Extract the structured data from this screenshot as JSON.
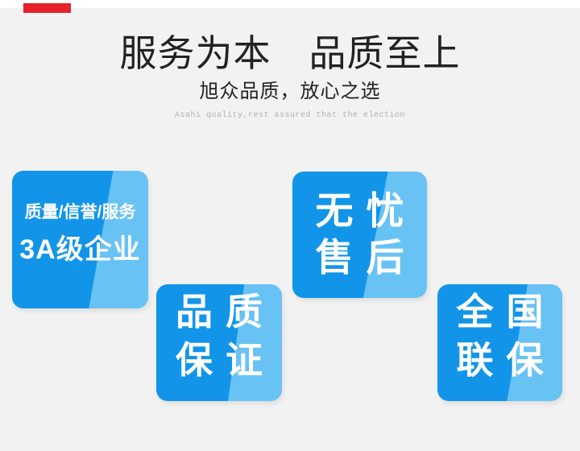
{
  "header": {
    "title": "服务为本　品质至上",
    "subtitle": "旭众品质，放心之选",
    "subtitle_en": "Asahi quality,rest assured that the election"
  },
  "badges": [
    {
      "id": "badge-3a-enterprise",
      "lines": [
        "质量/信誉/服务",
        "3A级企业"
      ]
    },
    {
      "id": "badge-worry-free-aftersales",
      "lines": [
        "无忧",
        "售后"
      ]
    },
    {
      "id": "badge-quality-guarantee",
      "lines": [
        "品质",
        "保证"
      ]
    },
    {
      "id": "badge-nationwide-warranty",
      "lines": [
        "全国",
        "联保"
      ]
    }
  ],
  "colors": {
    "background": "#f2f2f2",
    "top_strip": "#ffffff",
    "red_accent": "#e62129",
    "badge_main": "#1295e9",
    "badge_light": "#69c2f4",
    "badge_text": "#ffffff",
    "text_dark": "#222222",
    "subtitle_gray": "#b3b3b3"
  }
}
